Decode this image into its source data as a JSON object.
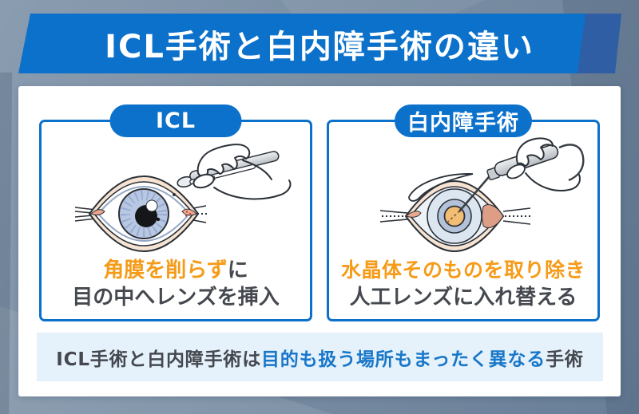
{
  "header": {
    "title": "ICL手術と白内障手術の違い"
  },
  "panels": {
    "icl": {
      "badge": "ICL",
      "illustration": "eye-cross-section-with-tweezers-inserting-lens",
      "caption": {
        "highlight": "角膜を削らず",
        "tail": "に",
        "line2": "目の中へレンズを挿入"
      }
    },
    "cataract": {
      "badge": "白内障手術",
      "illustration": "eye-with-phaco-handpiece-removing-lens",
      "caption": {
        "highlight": "水晶体そのものを取り除き",
        "line2": "人工レンズに入れ替える"
      }
    }
  },
  "footer": {
    "prefix": "ICL手術と白内障手術は",
    "highlight": "目的も扱う場所もまったく異なる",
    "suffix": "手術"
  },
  "colors": {
    "banner_blue": "#0b71cb",
    "banner_accent_dark": "#305ea4",
    "panel_border_blue": "#0b71cb",
    "highlight_orange": "#f59b18",
    "text_dark": "#45494f",
    "footer_bg": "#e5f1fb",
    "footer_blue": "#1877c8",
    "frame_bg_slate": "#7b8fa4",
    "card_bg": "#ffffff",
    "iris_blue": "#b9c8e2",
    "lens_orange": "#f3bd74",
    "eyelid_peach": "#f6e3d2"
  }
}
